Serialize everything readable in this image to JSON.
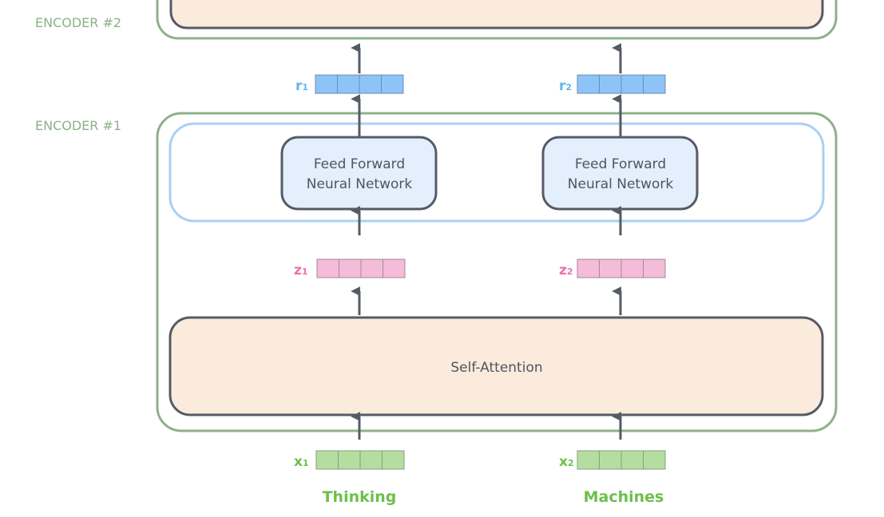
{
  "encoders": [
    {
      "label": "ENCODER #2"
    },
    {
      "label": "ENCODER #1"
    }
  ],
  "self_attention": {
    "label": "Self-Attention"
  },
  "ffn": [
    {
      "line1": "Feed Forward",
      "line2": "Neural Network"
    },
    {
      "line1": "Feed Forward",
      "line2": "Neural Network"
    }
  ],
  "vectors": {
    "r": [
      {
        "name": "r",
        "sub": "1"
      },
      {
        "name": "r",
        "sub": "2"
      }
    ],
    "z": [
      {
        "name": "z",
        "sub": "1"
      },
      {
        "name": "z",
        "sub": "2"
      }
    ],
    "x": [
      {
        "name": "x",
        "sub": "1"
      },
      {
        "name": "x",
        "sub": "2"
      }
    ]
  },
  "words": [
    "Thinking",
    "Machines"
  ],
  "colors": {
    "encoder_border": "#8fb08a",
    "ffn_layer_border": "#a8d0f5",
    "ffn_fill": "#e3effc",
    "self_attention_fill": "#fbebdc",
    "box_stroke": "#555b66",
    "r_vector": "#8ec3f7",
    "r_label": "#63b6e8",
    "z_vector": "#f4bcd9",
    "z_label": "#ee70ad",
    "x_vector": "#b4dea0",
    "x_label": "#6cc04a"
  }
}
